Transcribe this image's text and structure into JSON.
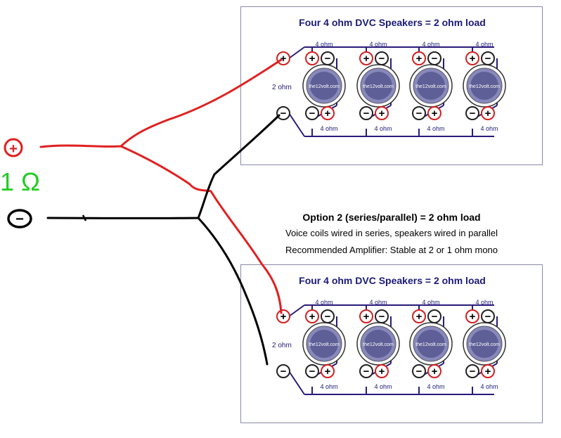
{
  "panels": [
    {
      "title": "Four 4 ohm DVC Speakers = 2 ohm load",
      "load_label": "2 ohm",
      "coil_label": "4 ohm",
      "brand": "the12volt.com",
      "terminal_plus": "+",
      "terminal_minus": "−"
    },
    {
      "title": "Four 4 ohm DVC Speakers = 2 ohm load",
      "load_label": "2 ohm",
      "coil_label": "4 ohm",
      "brand": "the12volt.com",
      "terminal_plus": "+",
      "terminal_minus": "−"
    }
  ],
  "option": {
    "title": "Option 2 (series/parallel) = 2 ohm load",
    "subtitle1": "Voice coils wired in series, speakers wired in parallel",
    "subtitle2": "Recommended Amplifier: Stable at 2 or 1 ohm mono"
  },
  "annotations": {
    "plus_symbol": "+",
    "ohm_text": "1 Ω",
    "minus_symbol": "−",
    "plus_color": "#e02020",
    "ohm_color": "#22cc22",
    "minus_color": "#000000"
  },
  "colors": {
    "wire_positive": "#e02020",
    "wire_negative": "#000000",
    "diagram_line": "#2a1a7a",
    "terminal_ring_plus": "#d42020",
    "speaker_cone": "#5e5f96"
  }
}
